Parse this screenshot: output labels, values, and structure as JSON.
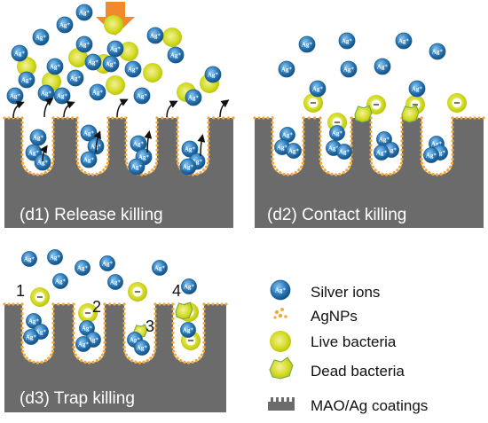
{
  "panels": [
    {
      "id": "d1",
      "label": "(d1) Release killing"
    },
    {
      "id": "d2",
      "label": "(d2) Contact killing"
    },
    {
      "id": "d3",
      "label": "(d3) Trap killing"
    }
  ],
  "ion_label": "Ag⁺",
  "bacteria_mark": "–",
  "step_numbers": [
    "1",
    "2",
    "3",
    "4"
  ],
  "legend": [
    {
      "key": "silver-ions",
      "label": "Silver ions"
    },
    {
      "key": "agnps",
      "label": "AgNPs"
    },
    {
      "key": "live-bacteria",
      "label": "Live bacteria"
    },
    {
      "key": "dead-bacteria",
      "label": "Dead bacteria"
    },
    {
      "key": "coating",
      "label": "MAO/Ag coatings"
    }
  ],
  "colors": {
    "substrate": "#6b6b6b",
    "dots": "#f2a93b",
    "ion_fill": "#2f7fbf",
    "bacteria_fill": "#c9d600",
    "arrow": "#f08a2c"
  }
}
